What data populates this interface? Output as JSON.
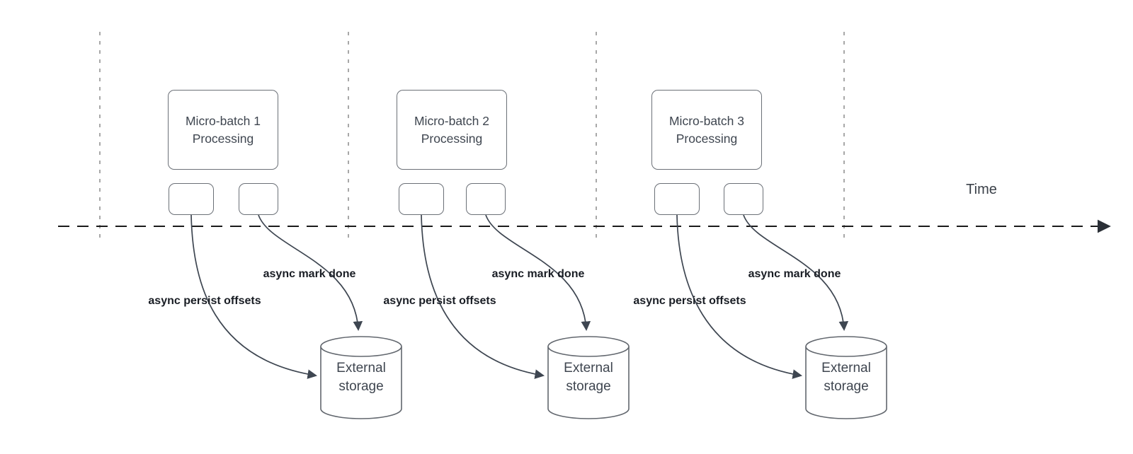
{
  "diagram": {
    "title_semantic": "micro-batch async progress tracking timeline",
    "time_axis_label": "Time",
    "batches": [
      {
        "title": "Micro-batch 1 Processing",
        "persist_label": "async persist offsets",
        "done_label": "async mark done",
        "storage_label": "External storage"
      },
      {
        "title": "Micro-batch 2 Processing",
        "persist_label": "async persist offsets",
        "done_label": "async mark done",
        "storage_label": "External storage"
      },
      {
        "title": "Micro-batch 3 Processing",
        "persist_label": "async persist offsets",
        "done_label": "async mark done",
        "storage_label": "External storage"
      }
    ]
  },
  "colors": {
    "background": "#ffffff",
    "shape_stroke": "#6b7077",
    "shape_text": "#3f4650",
    "arrow_stroke": "#3e4651",
    "timeline_stroke": "#1a1a1a",
    "grid_line_stroke": "#a8a8a8",
    "label_text": "#191d24"
  }
}
